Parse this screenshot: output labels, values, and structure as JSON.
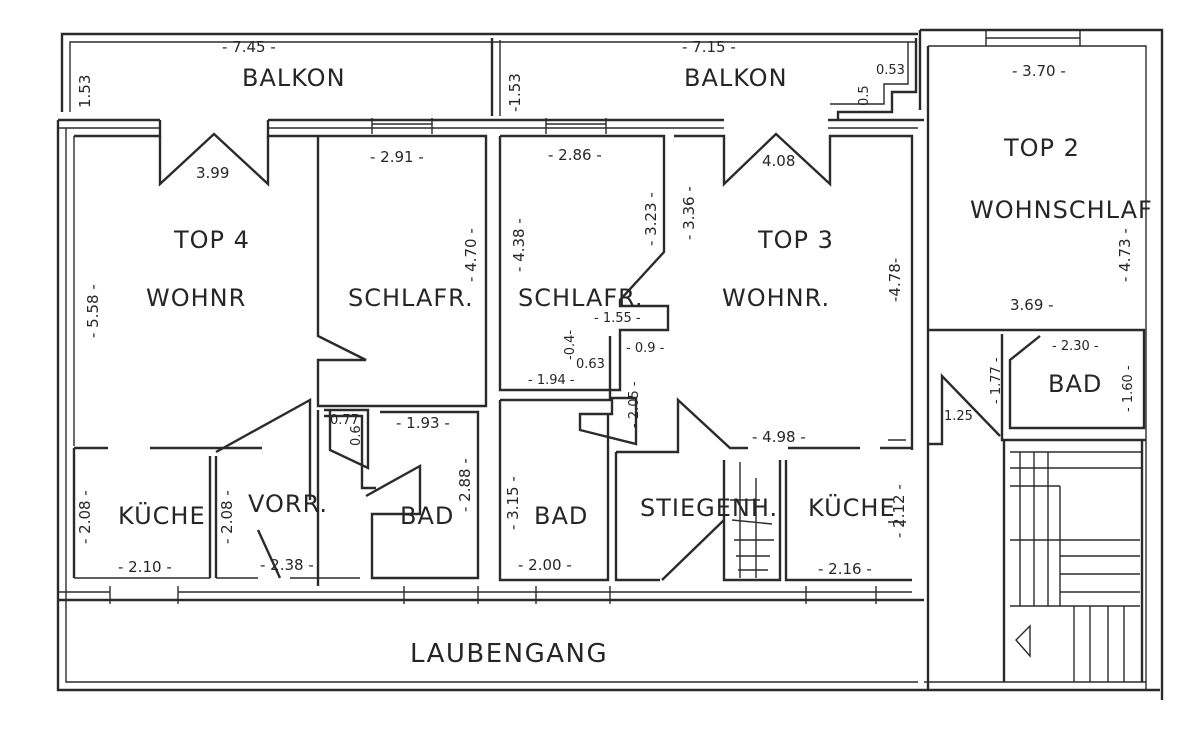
{
  "rooms": {
    "balkon_left": "BALKON",
    "balkon_mid": "BALKON",
    "top4": "TOP 4",
    "wohnr4": "WOHNR",
    "schlafr4": "SCHLAFR.",
    "schlafr3": "SCHLAFR.",
    "top3": "TOP 3",
    "wohnr3": "WOHNR.",
    "top2": "TOP 2",
    "wohnschlaf": "WOHNSCHLAF",
    "bad2": "BAD",
    "kueche4": "KÜCHE",
    "vorr": "VORR.",
    "bad4": "BAD",
    "bad3": "BAD",
    "stiegenh": "STIEGENH.",
    "kueche3": "KÜCHE",
    "laubengang": "LAUBENGANG"
  },
  "dims": {
    "d_745": "- 7.45 -",
    "d_153a": "1.53",
    "d_715": "- 7.15 -",
    "d_153b": "-1.53",
    "d_053a": "0.53",
    "d_053b": "0.5",
    "d_370": "- 3.70 -",
    "d_399": "3.99",
    "d_291": "- 2.91 -",
    "d_286": "- 2.86 -",
    "d_408": "4.08",
    "d_558": "- 5.58 -",
    "d_470": "- 4.70 -",
    "d_438": "- 4.38 -",
    "d_323": "- 3.23 -",
    "d_336": "- 3.36 -",
    "d_478": "-4.78-",
    "d_473": "- 4.73 -",
    "d_369": "3.69 -",
    "d_155": "- 1.55 -",
    "d_04": "-0.4-",
    "d_063": "0.63",
    "d_09": "- 0.9 -",
    "d_194": "- 1.94 -",
    "d_205": "- 2.05 -",
    "d_230": "- 2.30 -",
    "d_177": "- 1.77 -",
    "d_160": "- 1.60 -",
    "d_125": "1.25",
    "d_077": "0.77",
    "d_06": "0.6",
    "d_193": "- 1.93 -",
    "d_288": "- 2.88 -",
    "d_315": "- 3.15 -",
    "d_498": "- 4.98 -",
    "d_208a": "- 2.08 -",
    "d_208b": "- 2.08 -",
    "d_212": "- 2.12 -",
    "d_210": "- 2.10 -",
    "d_238": "- 2.38 -",
    "d_200": "- 2.00 -",
    "d_216": "- 2.16 -"
  }
}
